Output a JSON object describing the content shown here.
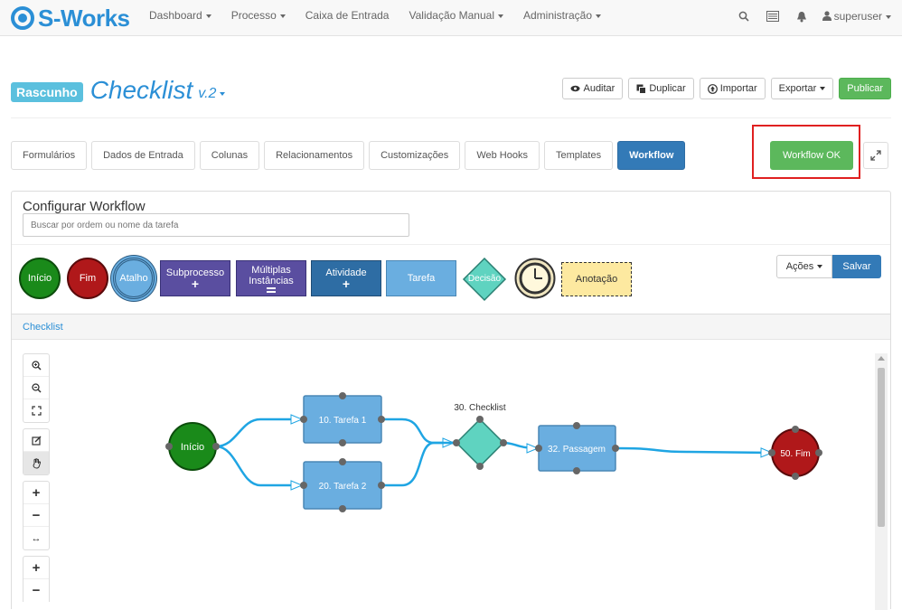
{
  "navbar": {
    "brand": "S-Works",
    "menu": [
      {
        "label": "Dashboard",
        "dropdown": true
      },
      {
        "label": "Processo",
        "dropdown": true
      },
      {
        "label": "Caixa de Entrada",
        "dropdown": false
      },
      {
        "label": "Validação Manual",
        "dropdown": true
      },
      {
        "label": "Administração",
        "dropdown": true
      }
    ],
    "user": "superuser",
    "icons": [
      "search-icon",
      "list-icon",
      "bell-icon",
      "user-icon"
    ]
  },
  "header": {
    "status_badge": "Rascunho",
    "title": "Checklist",
    "version": "v.2"
  },
  "actions": {
    "auditar": "Auditar",
    "duplicar": "Duplicar",
    "importar": "Importar",
    "exportar": "Exportar",
    "publicar": "Publicar"
  },
  "tabs": [
    {
      "label": "Formulários",
      "active": false
    },
    {
      "label": "Dados de Entrada",
      "active": false
    },
    {
      "label": "Colunas",
      "active": false
    },
    {
      "label": "Relacionamentos",
      "active": false
    },
    {
      "label": "Customizações",
      "active": false
    },
    {
      "label": "Web Hooks",
      "active": false
    },
    {
      "label": "Templates",
      "active": false
    },
    {
      "label": "Workflow",
      "active": true
    }
  ],
  "workflow_ok": "Workflow OK",
  "panel": {
    "title": "Configurar Workflow",
    "search_placeholder": "Buscar por ordem ou nome da tarefa"
  },
  "palette": {
    "inicio": "Início",
    "fim": "Fim",
    "atalho": "Atalho",
    "subprocesso": "Subprocesso",
    "multiplas_1": "Múltiplas",
    "multiplas_2": "Instâncias",
    "atividade": "Atividade",
    "tarefa": "Tarefa",
    "decisao": "Decisão",
    "anotacao": "Anotação"
  },
  "toolbar": {
    "acoes": "Ações",
    "salvar": "Salvar"
  },
  "breadcrumb": "Checklist",
  "diagram": {
    "start": "Início",
    "task1": "10. Tarefa 1",
    "task2": "20. Tarefa 2",
    "decision": "30. Checklist",
    "passage": "32. Passagem",
    "end": "50. Fim"
  },
  "colors": {
    "brand": "#2b8fd6",
    "green": "#5cb85c",
    "primary": "#337ab7",
    "start_node": "#1a8a1a",
    "end_node": "#b0181a",
    "task": "#6aaee0",
    "decision": "#5fd3c0",
    "connector": "#1fa5e3",
    "highlight": "#e02020"
  }
}
